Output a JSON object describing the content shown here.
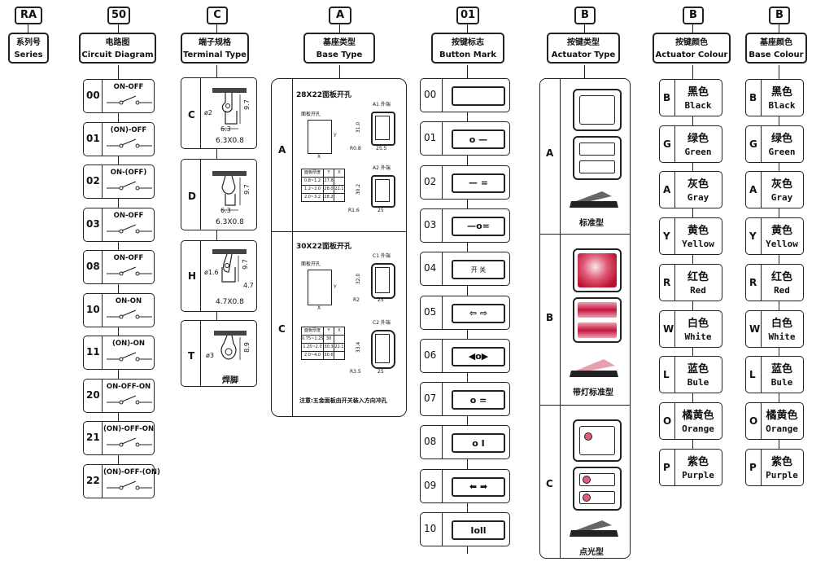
{
  "columns": {
    "series": {
      "code": "RA",
      "title_cn": "系列号",
      "title_en": "Series"
    },
    "circuit": {
      "code": "50",
      "title_cn": "电路图",
      "title_en": "Circuit Diagram",
      "items": [
        {
          "code": "00",
          "label": "ON-OFF"
        },
        {
          "code": "01",
          "label": "(ON)-OFF"
        },
        {
          "code": "02",
          "label": "ON-(OFF)"
        },
        {
          "code": "03",
          "label": "ON-OFF"
        },
        {
          "code": "08",
          "label": "ON-OFF"
        },
        {
          "code": "10",
          "label": "ON-ON"
        },
        {
          "code": "11",
          "label": "(ON)-ON"
        },
        {
          "code": "20",
          "label": "ON-OFF-ON"
        },
        {
          "code": "21",
          "label": "(ON)-OFF-ON"
        },
        {
          "code": "22",
          "label": "(ON)-OFF-(ON)"
        }
      ]
    },
    "terminal": {
      "code": "C",
      "title_cn": "端子规格",
      "title_en": "Terminal Type",
      "items": [
        {
          "code": "C",
          "dims": [
            "6.3",
            "9.7",
            "ø2"
          ],
          "caption": "6.3X0.8"
        },
        {
          "code": "D",
          "dims": [
            "6.3",
            "9.7"
          ],
          "caption": "6.3X0.8"
        },
        {
          "code": "H",
          "dims": [
            "4.7",
            "9.7",
            "ø1.6"
          ],
          "caption": "4.7X0.8"
        },
        {
          "code": "T",
          "dims": [
            "8.9",
            "ø3"
          ],
          "caption": "焊脚"
        }
      ]
    },
    "base": {
      "code": "A",
      "title_cn": "基座类型",
      "title_en": "Base Type",
      "items": [
        {
          "code": "A",
          "heading": "28X22面板开孔",
          "panel": "面板开孔",
          "a1": "A1 外端",
          "a2": "A2 外端",
          "d1": [
            "31.0",
            "25.5",
            "R0.8"
          ],
          "d2": [
            "30.2",
            "25",
            "R1.6"
          ],
          "table": [
            [
              "面板厚度",
              "Y",
              "X"
            ],
            [
              "0.8~1.2",
              "27.8",
              ""
            ],
            [
              "1.2~2.0",
              "28.0",
              "22.1"
            ],
            [
              "2.0~3.2",
              "28.2",
              ""
            ]
          ]
        },
        {
          "code": "C",
          "heading": "30X22面板开孔",
          "panel": "面板开孔",
          "a1": "C1 外端",
          "a2": "C2 外端",
          "d1": [
            "32.0",
            "25",
            "R2"
          ],
          "d2": [
            "33.4",
            "25",
            "R3.5"
          ],
          "table": [
            [
              "面板厚度",
              "Y",
              "X"
            ],
            [
              "0.75~1.25",
              "30",
              ""
            ],
            [
              "1.25~2.0",
              "30.3",
              "22.1"
            ],
            [
              "2.0~4.0",
              "30.6",
              ""
            ]
          ]
        }
      ],
      "note": "注意:五金面板由开关装入方向冲孔"
    },
    "mark": {
      "code": "01",
      "title_cn": "按键标志",
      "title_en": "Button Mark",
      "items": [
        {
          "code": "00",
          "symbol": ""
        },
        {
          "code": "01",
          "symbol": "o-"
        },
        {
          "code": "02",
          "symbol": "-="
        },
        {
          "code": "03",
          "symbol": "-o="
        },
        {
          "code": "04",
          "symbol": "开 关"
        },
        {
          "code": "05",
          "symbol": "arrows"
        },
        {
          "code": "06",
          "symbol": "tri"
        },
        {
          "code": "07",
          "symbol": "o="
        },
        {
          "code": "08",
          "symbol": "oI"
        },
        {
          "code": "09",
          "symbol": "arrows2"
        },
        {
          "code": "10",
          "symbol": "Ioll"
        }
      ]
    },
    "actuator": {
      "code": "B",
      "title_cn": "按键类型",
      "title_en": "Actuator Type",
      "items": [
        {
          "code": "A",
          "caption": "标准型"
        },
        {
          "code": "B",
          "caption": "带灯标准型"
        },
        {
          "code": "C",
          "caption": "点光型"
        }
      ]
    },
    "actcolour": {
      "code": "B",
      "title_cn": "按键颜色",
      "title_en": "Actuator Colour",
      "items": [
        {
          "code": "B",
          "cn": "黑色",
          "en": "Black"
        },
        {
          "code": "G",
          "cn": "绿色",
          "en": "Green"
        },
        {
          "code": "A",
          "cn": "灰色",
          "en": "Gray"
        },
        {
          "code": "Y",
          "cn": "黄色",
          "en": "Yellow"
        },
        {
          "code": "R",
          "cn": "红色",
          "en": "Red"
        },
        {
          "code": "W",
          "cn": "白色",
          "en": "White"
        },
        {
          "code": "L",
          "cn": "蓝色",
          "en": "Bule"
        },
        {
          "code": "O",
          "cn": "橘黄色",
          "en": "Orange"
        },
        {
          "code": "P",
          "cn": "紫色",
          "en": "Purple"
        }
      ]
    },
    "basecolour": {
      "code": "B",
      "title_cn": "基座颜色",
      "title_en": "Base Colour",
      "items": [
        {
          "code": "B",
          "cn": "黑色",
          "en": "Black"
        },
        {
          "code": "G",
          "cn": "绿色",
          "en": "Green"
        },
        {
          "code": "A",
          "cn": "灰色",
          "en": "Gray"
        },
        {
          "code": "Y",
          "cn": "黄色",
          "en": "Yellow"
        },
        {
          "code": "R",
          "cn": "红色",
          "en": "Red"
        },
        {
          "code": "W",
          "cn": "白色",
          "en": "White"
        },
        {
          "code": "L",
          "cn": "蓝色",
          "en": "Bule"
        },
        {
          "code": "O",
          "cn": "橘黄色",
          "en": "Orange"
        },
        {
          "code": "P",
          "cn": "紫色",
          "en": "Purple"
        }
      ]
    }
  },
  "colors": {
    "line": "#222222",
    "lamp_red": "#c8143c",
    "lamp_pink": "#e8a0b0"
  }
}
